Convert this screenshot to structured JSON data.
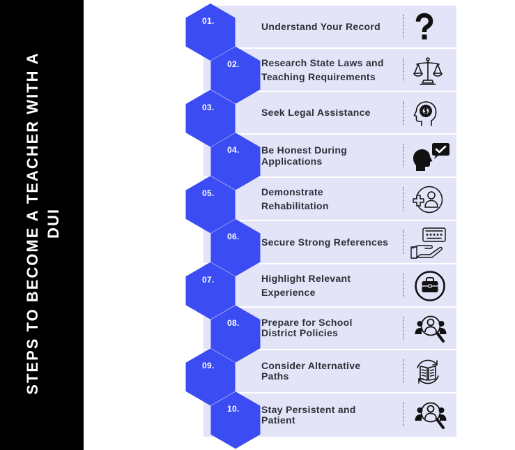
{
  "sidebar": {
    "title_lines": [
      "STEPS TO BECOME A TEACHER WITH A",
      "DUI"
    ]
  },
  "colors": {
    "sidebar_background": "#000000",
    "sidebar_text": "#ffffff",
    "hexagon": "#3b4cf2",
    "hexagon_label": "#ffffff",
    "panel": "#e4e4f9",
    "step_text": "#2f2f38",
    "icon": "#111111"
  },
  "steps": [
    {
      "number": "01.",
      "lines": [
        "Understand Your Record"
      ],
      "icon": "question-mark-icon"
    },
    {
      "number": "02.",
      "lines": [
        "Research State Laws and",
        "Teaching Requirements"
      ],
      "icon": "scales-of-justice-icon"
    },
    {
      "number": "03.",
      "lines": [
        "Seek Legal Assistance"
      ],
      "icon": "head-gear-icon"
    },
    {
      "number": "04.",
      "lines": [
        "Be Honest During",
        "Applications"
      ],
      "icon": "speaking-person-check-icon"
    },
    {
      "number": "05.",
      "lines": [
        "Demonstrate",
        "Rehabilitation"
      ],
      "icon": "medical-person-icon"
    },
    {
      "number": "06.",
      "lines": [
        "Secure Strong References"
      ],
      "icon": "hand-rating-card-icon"
    },
    {
      "number": "07.",
      "lines": [
        "Highlight Relevant",
        "Experience"
      ],
      "icon": "briefcase-icon"
    },
    {
      "number": "08.",
      "lines": [
        "Prepare for School",
        "District Policies"
      ],
      "icon": "people-search-icon"
    },
    {
      "number": "09.",
      "lines": [
        "Consider Alternative",
        "Paths"
      ],
      "icon": "book-cycle-icon"
    },
    {
      "number": "10.",
      "lines": [
        "Stay Persistent and",
        "Patient"
      ],
      "icon": "people-search-icon"
    }
  ]
}
